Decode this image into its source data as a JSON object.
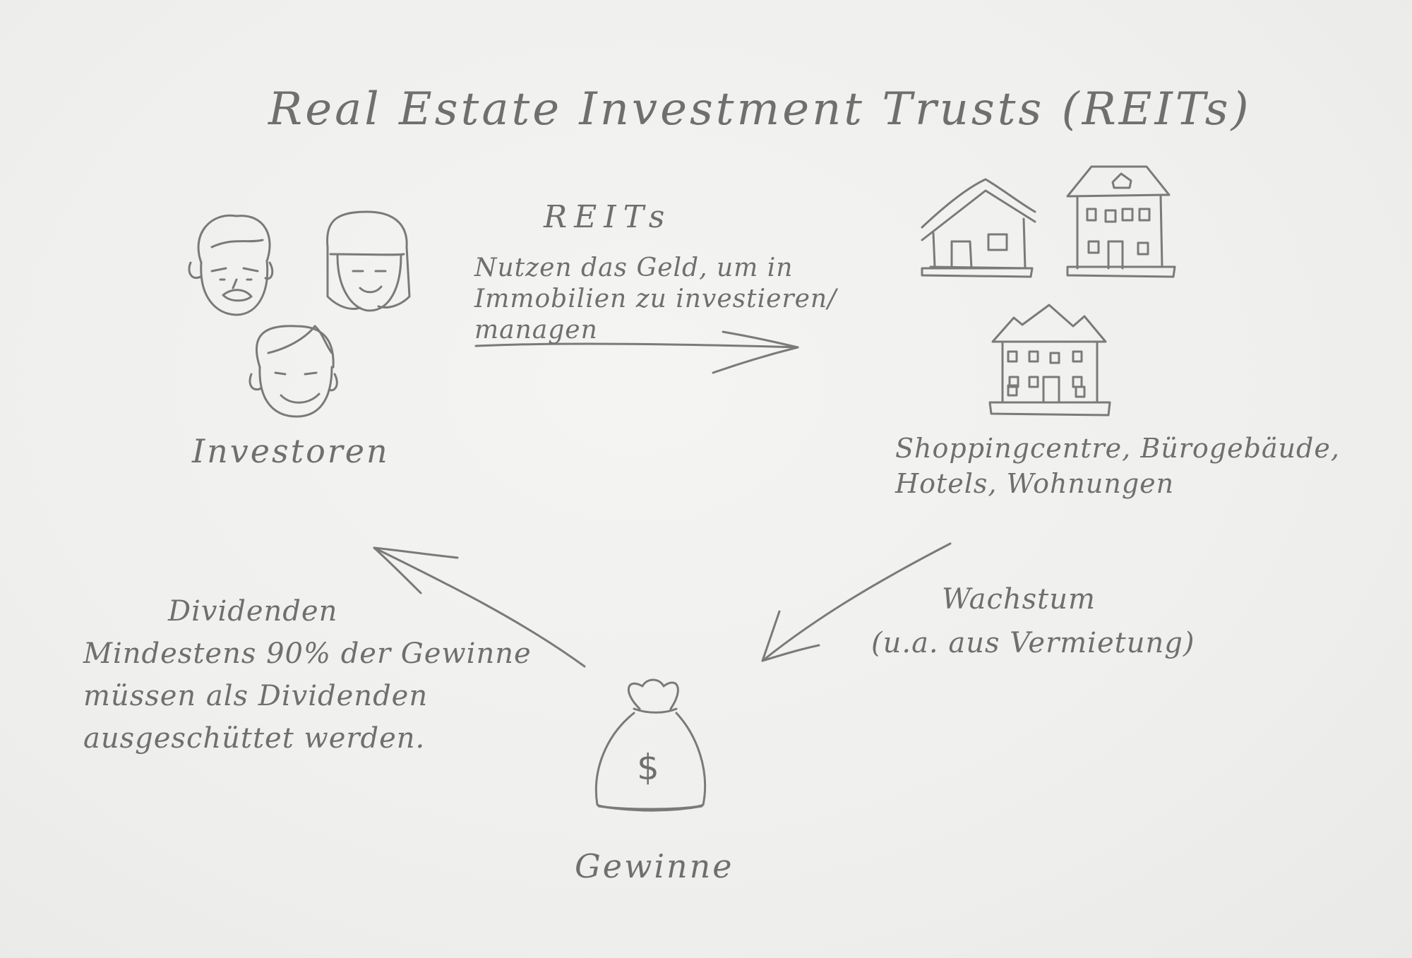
{
  "title": "Real Estate Investment Trusts (REITs)",
  "reits": {
    "label": "REITs",
    "description_lines": [
      "Nutzen das Geld, um in",
      "Immobilien zu investieren/",
      "managen"
    ]
  },
  "investors": {
    "label": "Investoren"
  },
  "assets": {
    "lines": [
      "Shoppingcentre, Bürogebäude,",
      "Hotels, Wohnungen"
    ]
  },
  "growth": {
    "lines": [
      "Wachstum",
      "(u.a. aus Vermietung)"
    ]
  },
  "dividends": {
    "lines": [
      "Dividenden",
      "Mindestens 90% der Gewinne",
      "müssen als Dividenden",
      "ausgeschüttet werden."
    ]
  },
  "profits": {
    "label": "Gewinne",
    "symbol": "$"
  },
  "colors": {
    "ink": "#7a7a7a",
    "paper": "#efefed"
  }
}
